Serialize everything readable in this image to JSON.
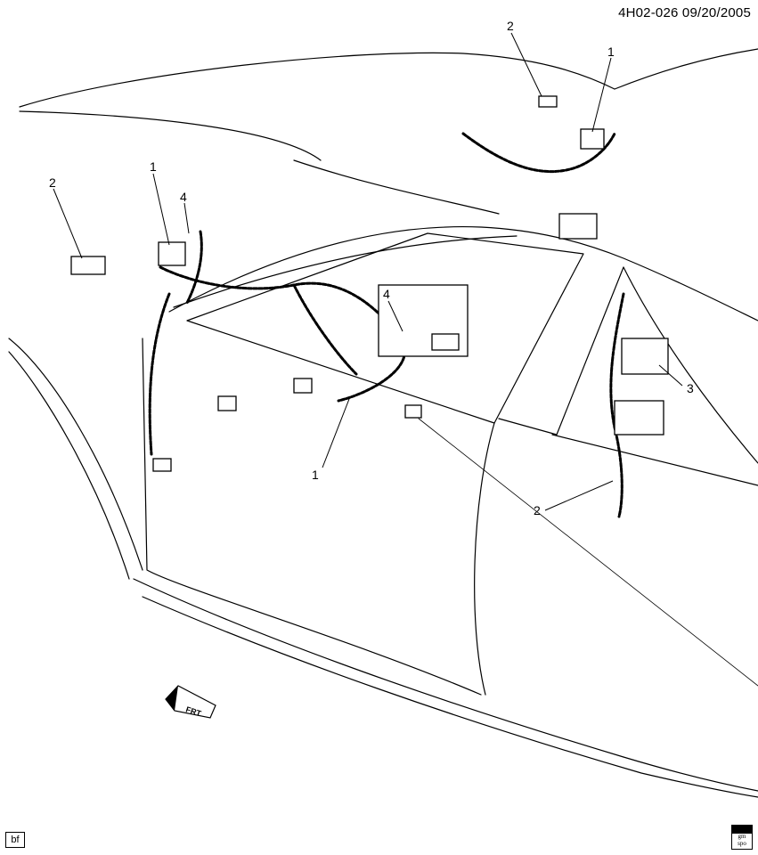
{
  "header": {
    "figure_id": "4H02-026",
    "date": "09/20/2005"
  },
  "callouts": [
    {
      "label": "2"
    },
    {
      "label": "1"
    },
    {
      "label": "2"
    },
    {
      "label": "1"
    },
    {
      "label": "4"
    },
    {
      "label": "4"
    },
    {
      "label": "3"
    },
    {
      "label": "1"
    },
    {
      "label": "2"
    }
  ],
  "footer": {
    "left_tag": "bf",
    "logo_top": "gm",
    "logo_bottom": "spo",
    "direction_arrow": "FRT"
  }
}
